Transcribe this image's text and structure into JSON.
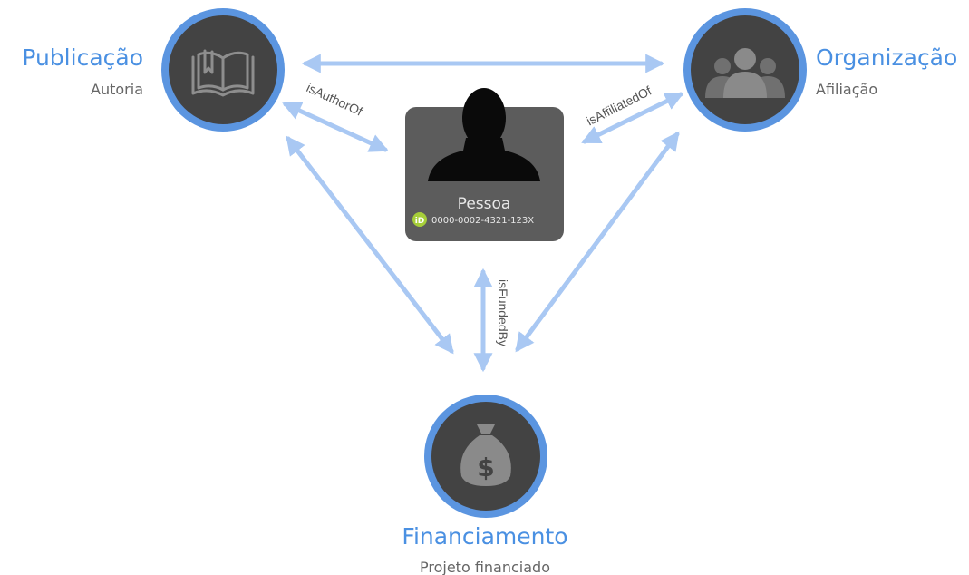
{
  "nodes": {
    "publicacao": {
      "title": "Publicação",
      "subtitle": "Autoria"
    },
    "organizacao": {
      "title": "Organização",
      "subtitle": "Afiliação"
    },
    "financiamento": {
      "title": "Financiamento",
      "subtitle": "Projeto financiado"
    },
    "pessoa": {
      "name": "Pessoa",
      "orcid_badge": "iD",
      "orcid": "0000-0002-4321-123X"
    }
  },
  "relations": {
    "author": "isAuthorOf",
    "affiliated": "isAffiliatedOf",
    "funded": "isFundedBy"
  },
  "icons": {
    "publicacao": "book-icon",
    "organizacao": "group-icon",
    "financiamento": "money-bag-icon",
    "pessoa": "person-silhouette-icon",
    "orcid": "orcid-icon"
  },
  "colors": {
    "accent_blue": "#4a90e2",
    "ring_blue": "#5b95e0",
    "arrow_blue": "#a9c8f3",
    "node_dark": "#434343",
    "person_card": "#5c5c5c",
    "orcid_green": "#a6ce39"
  }
}
